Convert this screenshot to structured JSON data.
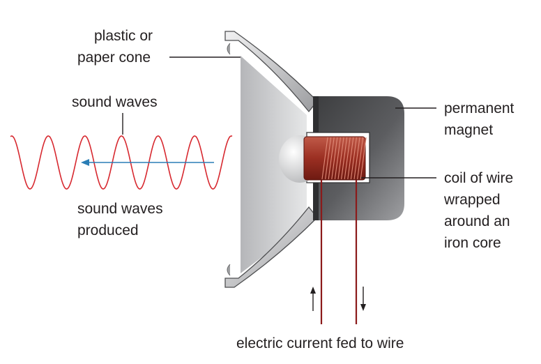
{
  "labels": {
    "cone_line1": "plastic or",
    "cone_line2": "paper cone",
    "sound_waves": "sound waves",
    "produced_line1": "sound waves",
    "produced_line2": "produced",
    "magnet_line1": "permanent",
    "magnet_line2": "magnet",
    "coil_line1": "coil of wire",
    "coil_line2": "wrapped",
    "coil_line3": "around an",
    "coil_line4": "iron core",
    "current": "electric current fed to wire"
  },
  "colors": {
    "wave": "#d7282f",
    "arrow": "#2a7db5",
    "wire": "#8b1a1a",
    "coil": "#a23a2a",
    "magnet": "#4a4b4d",
    "cone": "#c8c9cb",
    "text": "#231f20"
  },
  "icons": {
    "up_arrow": "up-arrow-icon",
    "down_arrow": "down-arrow-icon"
  }
}
